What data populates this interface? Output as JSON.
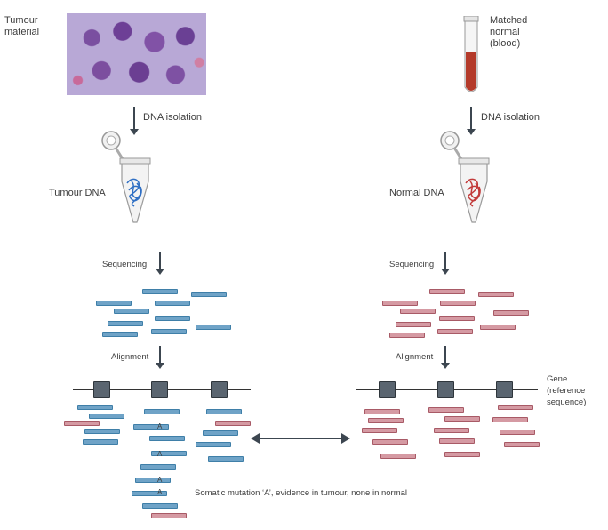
{
  "labels": {
    "tumour_material": "Tumour\nmaterial",
    "matched_normal": "Matched\nnormal\n(blood)",
    "dna_isolation_left": "DNA isolation",
    "dna_isolation_right": "DNA isolation",
    "tumour_dna": "Tumour DNA",
    "normal_dna": "Normal DNA",
    "sequencing_left": "Sequencing",
    "sequencing_right": "Sequencing",
    "alignment_left": "Alignment",
    "alignment_right": "Alignment",
    "gene_reference": "Gene\n(reference\nsequence)",
    "somatic_mutation": "Somatic mutation ‘A’, evidence in tumour, none in normal",
    "mutation_base": "A"
  },
  "colors": {
    "tumour_reads": "#6fa3c7",
    "normal_reads": "#d59aa3",
    "blood": "#b43a2a",
    "tumour_dna_coil": "#2f6fc4",
    "normal_dna_coil": "#c23a3a"
  },
  "icons": {
    "tumour_image": "tumour-histology-image",
    "blood_tube": "blood-tube-icon",
    "tube_tumour": "eppendorf-tube-icon",
    "tube_normal": "eppendorf-tube-icon",
    "exon": "exon-block-icon"
  }
}
